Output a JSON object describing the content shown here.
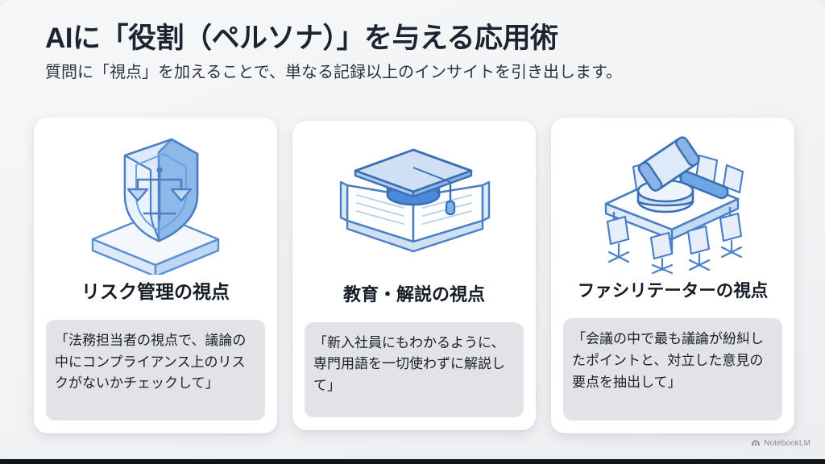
{
  "header": {
    "title": "AIに「役割（ペルソナ）」を与える応用術",
    "subtitle": "質問に「視点」を加えることで、単なる記録以上のインサイトを引き出します。"
  },
  "cards": [
    {
      "icon": "shield-scales-icon",
      "title": "リスク管理の視点",
      "quote": "「法務担当者の視点で、議論の中にコンプライアンス上のリスクがないかチェックして」"
    },
    {
      "icon": "graduation-cap-book-icon",
      "title": "教育・解説の視点",
      "quote": "「新入社員にもわかるように、専門用語を一切使わずに解説して」"
    },
    {
      "icon": "gavel-meeting-table-icon",
      "title": "ファシリテーターの視点",
      "quote": "「会議の中で最も議論が紛糾したポイントと、対立した意見の要点を抽出して」"
    }
  ],
  "footer": {
    "watermark_label": "NotebookLM",
    "watermark_icon": "notebooklm-logo-icon"
  },
  "colors": {
    "page_background": "#eceef1",
    "card_background": "#ffffff",
    "quote_background": "#e1e3e6",
    "title_text": "#1b2430",
    "illustration_accent": "#4a89dc",
    "illustration_light": "#cfe0f5",
    "illustration_outline": "#3a6fb5"
  }
}
